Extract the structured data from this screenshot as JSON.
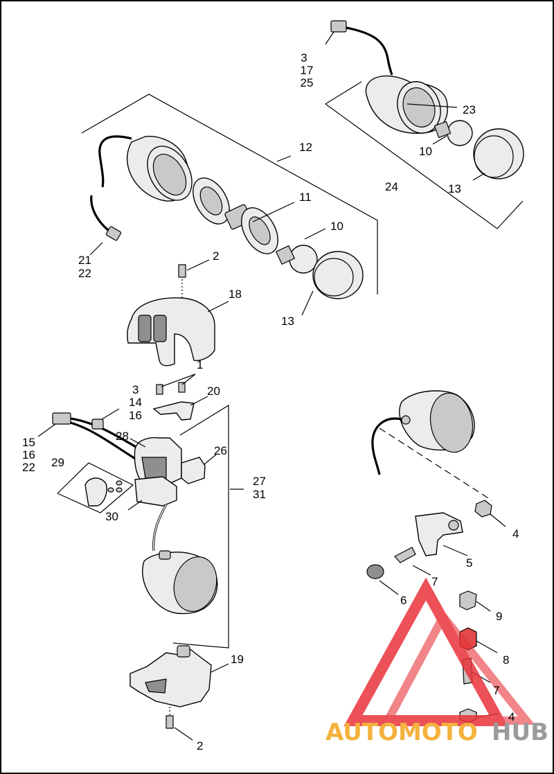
{
  "callouts": [
    {
      "id": "c-3-top",
      "text": "3"
    },
    {
      "id": "c-17",
      "text": "17"
    },
    {
      "id": "c-25",
      "text": "25"
    },
    {
      "id": "c-23",
      "text": "23"
    },
    {
      "id": "c-10-top",
      "text": "10"
    },
    {
      "id": "c-24",
      "text": "24"
    },
    {
      "id": "c-13-top",
      "text": "13"
    },
    {
      "id": "c-12",
      "text": "12"
    },
    {
      "id": "c-11",
      "text": "11"
    },
    {
      "id": "c-10-mid",
      "text": "10"
    },
    {
      "id": "c-21",
      "text": "21"
    },
    {
      "id": "c-22-a",
      "text": "22"
    },
    {
      "id": "c-2-top",
      "text": "2"
    },
    {
      "id": "c-18",
      "text": "18"
    },
    {
      "id": "c-13-mid",
      "text": "13"
    },
    {
      "id": "c-1",
      "text": "1"
    },
    {
      "id": "c-3-mid",
      "text": "3"
    },
    {
      "id": "c-20",
      "text": "20"
    },
    {
      "id": "c-14",
      "text": "14"
    },
    {
      "id": "c-16-a",
      "text": "16"
    },
    {
      "id": "c-15",
      "text": "15"
    },
    {
      "id": "c-16-b",
      "text": "16"
    },
    {
      "id": "c-22-b",
      "text": "22"
    },
    {
      "id": "c-28",
      "text": "28"
    },
    {
      "id": "c-26",
      "text": "26"
    },
    {
      "id": "c-29",
      "text": "29"
    },
    {
      "id": "c-27",
      "text": "27"
    },
    {
      "id": "c-31",
      "text": "31"
    },
    {
      "id": "c-30",
      "text": "30"
    },
    {
      "id": "c-4-a",
      "text": "4"
    },
    {
      "id": "c-5",
      "text": "5"
    },
    {
      "id": "c-7-a",
      "text": "7"
    },
    {
      "id": "c-6",
      "text": "6"
    },
    {
      "id": "c-9",
      "text": "9"
    },
    {
      "id": "c-8",
      "text": "8"
    },
    {
      "id": "c-7-b",
      "text": "7"
    },
    {
      "id": "c-4-b",
      "text": "4"
    },
    {
      "id": "c-19",
      "text": "19"
    },
    {
      "id": "c-2-bot",
      "text": "2"
    }
  ],
  "watermark": {
    "text_orange": "AUTOMOTO",
    "text_gray": "HUB",
    "color_red": "#e8333a",
    "color_orange": "#f3a51c",
    "color_gray": "#8a8a8a"
  }
}
